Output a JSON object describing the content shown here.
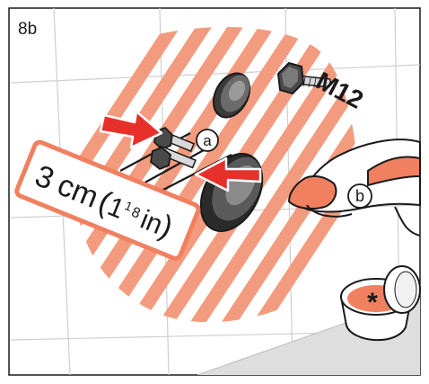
{
  "step_label": "8b",
  "bolt_size_label": "M12",
  "distance_label": "3 cm (1⅛ in)",
  "distance_parts": {
    "value": "3",
    "unit": "cm",
    "open_paren": "(",
    "whole": "1",
    "frac_num": "1",
    "frac_den": "8",
    "imperial_unit": "in",
    "close_paren": ")"
  },
  "callouts": {
    "a": "a",
    "b": "b"
  },
  "grease_symbol": "*",
  "colors": {
    "accent_orange": "#F08060",
    "stripe_orange": "#F39B7E",
    "arrow_red": "#E8302A",
    "outline": "#1a1a1a",
    "tile_grid": "#cfcfcf",
    "floor": "#dcdcdc"
  }
}
